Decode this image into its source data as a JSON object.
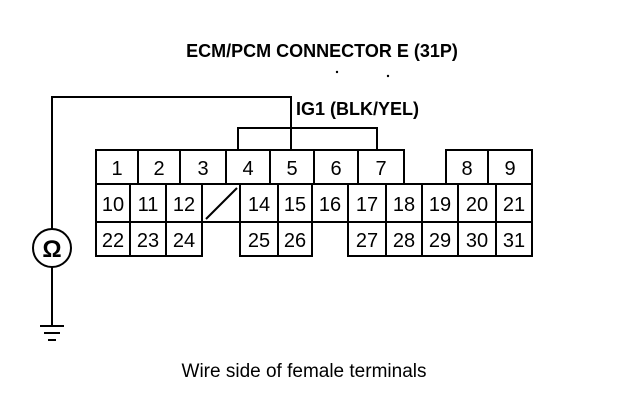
{
  "title": "ECM/PCM CONNECTOR E (31P)",
  "wire_label": "IG1 (BLK/YEL)",
  "meter_symbol": "Ω",
  "caption": "Wire side of female terminals",
  "colors": {
    "line": "#000000",
    "background": "#ffffff"
  },
  "icons": [
    "ohmmeter-icon",
    "ground-icon"
  ],
  "connector": {
    "rows": [
      [
        "1",
        "2",
        "3",
        "4",
        "5",
        "6",
        "7",
        "8",
        "9"
      ],
      [
        "10",
        "11",
        "12",
        "14",
        "15",
        "16",
        "17",
        "18",
        "19",
        "20",
        "21"
      ],
      [
        "22",
        "23",
        "24",
        "25",
        "26",
        "27",
        "28",
        "29",
        "30",
        "31"
      ]
    ]
  }
}
